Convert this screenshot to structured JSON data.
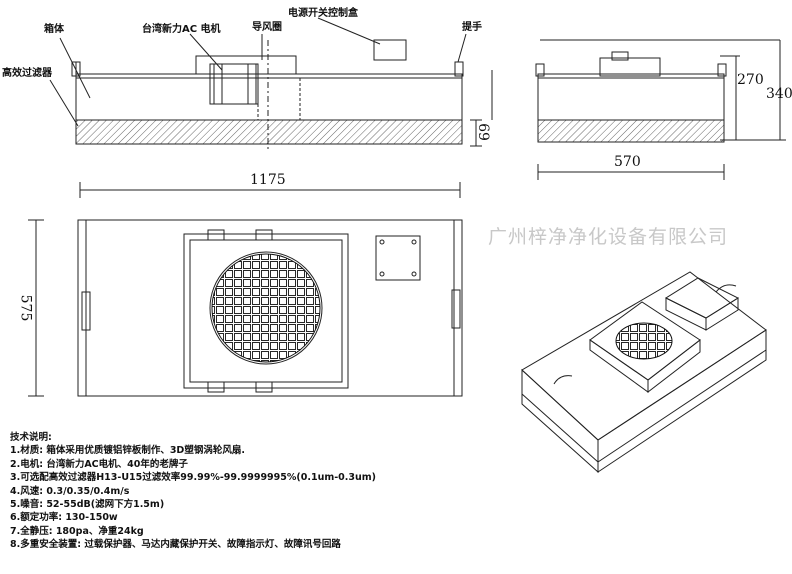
{
  "labels": {
    "cabinet": "箱体",
    "hepa": "高效过滤器",
    "motor": "台湾新力AC 电机",
    "guide": "导风圈",
    "power_box": "电源开关控制盒",
    "handle": "提手"
  },
  "dimensions": {
    "length": "1175",
    "width_side": "575",
    "front_width": "570",
    "h270": "270",
    "h340": "340",
    "h69": "69"
  },
  "watermark": "广州梓净净化设备有限公司",
  "specs": {
    "title": "技术说明:",
    "items": [
      "1.材质: 箱体采用优质镀铝锌板制作、3D塑钢涡轮风扇.",
      "2.电机: 台湾新力AC电机、40年的老牌子",
      "3.可选配高效过滤器H13-U15过滤效率99.99%-99.9999995%(0.1um-0.3um)",
      "4.风速: 0.3/0.35/0.4m/s",
      "5.噪音: 52-55dB(滤网下方1.5m)",
      "6.额定功率: 130-150w",
      "7.全静压: 180pa、净重24kg",
      "8.多重安全装置: 过载保护器、马达内藏保护开关、故障指示灯、故障讯号回路"
    ]
  }
}
